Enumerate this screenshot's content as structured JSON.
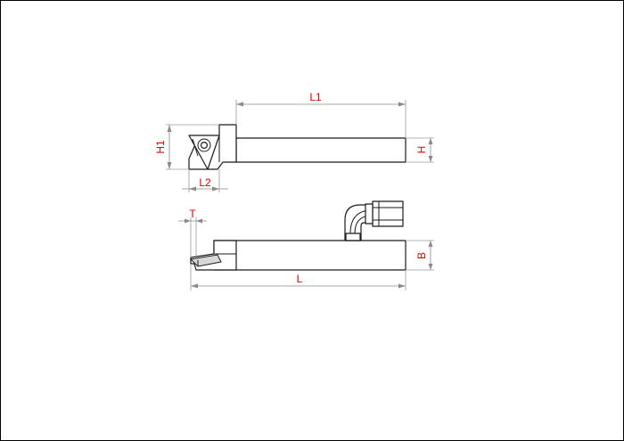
{
  "labels": {
    "l1": "L1",
    "h1": "H1",
    "h": "H",
    "l2": "L2",
    "t": "T",
    "b": "B",
    "l": "L"
  },
  "colors": {
    "dimension_text": "#e00000",
    "outline": "#1a1a1a",
    "dimension_line": "#8a8a8a"
  }
}
